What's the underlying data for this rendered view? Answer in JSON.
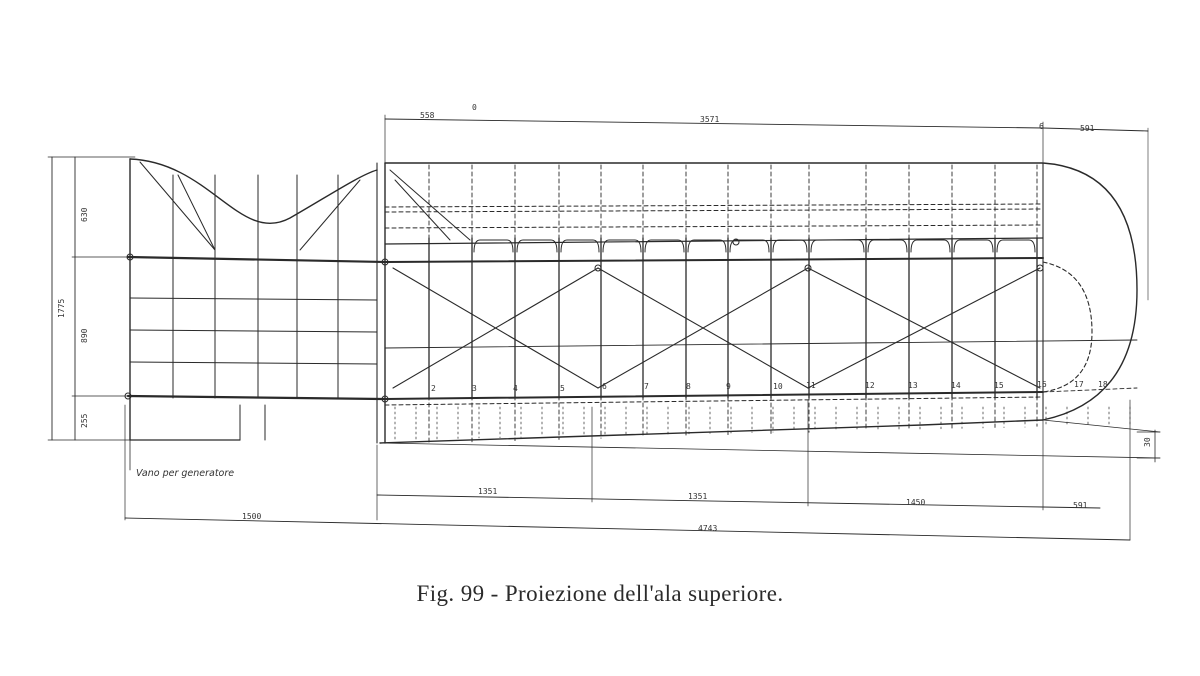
{
  "caption": "Fig. 99 - Proiezione dell'ala superiore.",
  "colors": {
    "ink": "#2a2a2a",
    "paper": "#ffffff"
  },
  "note_label": "Vano per generatore",
  "top_dimensions": [
    "558",
    "0",
    "3571",
    "6",
    "591"
  ],
  "bottom_dimensions_row1": [
    "1351",
    "1351",
    "1450",
    "591"
  ],
  "bottom_dimensions_row2": [
    "1500",
    "4743"
  ],
  "left_dimensions": [
    "630",
    "1775",
    "890",
    "255"
  ],
  "right_dimension": "30",
  "rib_numbers": [
    "2",
    "3",
    "4",
    "5",
    "6",
    "7",
    "8",
    "9",
    "10",
    "11",
    "12",
    "13",
    "14",
    "15",
    "16",
    "17",
    "18"
  ]
}
